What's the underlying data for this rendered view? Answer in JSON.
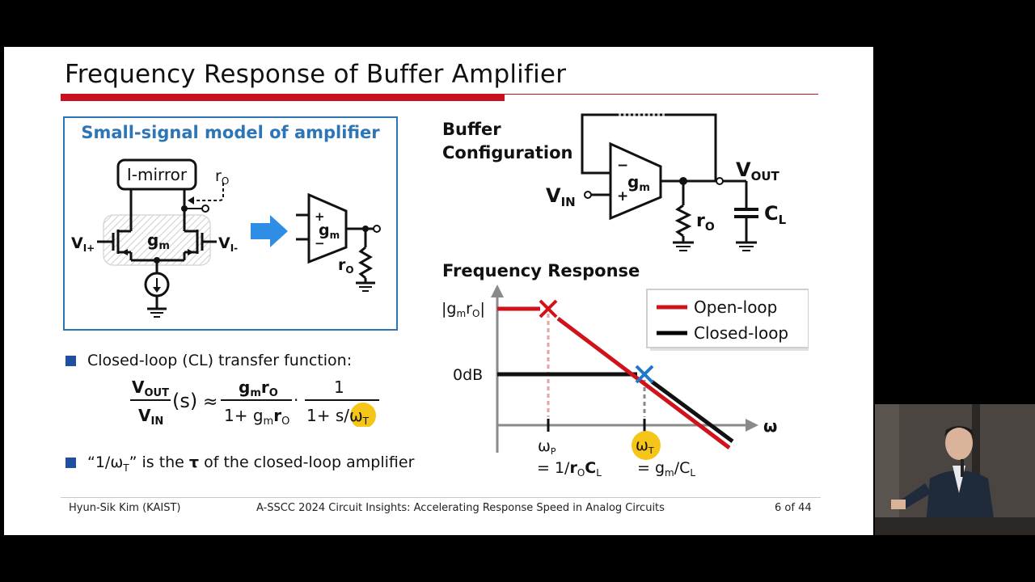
{
  "slide": {
    "title": "Frequency Response of Buffer Amplifier",
    "box_title": "Small-signal model of amplifier",
    "imirror": "I-mirror",
    "gm": "g",
    "gm_sub": "m",
    "ro": "r",
    "ro_sub": "O",
    "vi_plus": "V",
    "vi_plus_sub": "I+",
    "vi_minus": "V",
    "vi_minus_sub": "I-",
    "plus": "+",
    "minus": "−",
    "buffer_title_1": "Buffer",
    "buffer_title_2": "Configuration",
    "vin": "V",
    "vin_sub": "IN",
    "vout": "V",
    "vout_sub": "OUT",
    "cl": "C",
    "cl_sub": "L",
    "freq_title": "Frequency Response",
    "bullet1": "Closed-loop (CL) transfer function:",
    "bullet2_a": "“1/ω",
    "bullet2_sub": "T",
    "bullet2_b": "” is the ",
    "bullet2_tau": "τ",
    "bullet2_c": " of the closed-loop amplifier"
  },
  "equation": {
    "lhs_num": "V",
    "lhs_num_sub": "OUT",
    "lhs_den": "V",
    "lhs_den_sub": "IN",
    "lhs_arg": "(s)",
    "approx": "≈",
    "f1_num_a": "g",
    "f1_num_sub1": "m",
    "f1_num_b": "r",
    "f1_num_sub2": "O",
    "f1_den_a": "1+ g",
    "f1_den_sub1": "m",
    "f1_den_b": "r",
    "f1_den_sub2": "O",
    "dot": "·",
    "f2_num": "1",
    "f2_den": "1+ s/",
    "f2_den_w": "ω",
    "f2_den_w_sub": "T"
  },
  "plot": {
    "ylabel_a": "g",
    "ylabel_sub1": "m",
    "ylabel_b": "r",
    "ylabel_sub2": "O",
    "zero_db": "0dB",
    "xlabel": "ω",
    "wp": "ω",
    "wp_sub": "P",
    "wp_eq_a": "= 1/",
    "wp_eq_b": "r",
    "wp_eq_sub1": "O",
    "wp_eq_c": "C",
    "wp_eq_sub2": "L",
    "wt": "ω",
    "wt_sub": "T",
    "wt_eq_a": "= g",
    "wt_eq_sub1": "m",
    "wt_eq_b": "/C",
    "wt_eq_sub2": "L",
    "legend": [
      {
        "label": "Open-loop",
        "color": "#d0121b"
      },
      {
        "label": "Closed-loop",
        "color": "#000000"
      }
    ]
  },
  "footer": {
    "author": "Hyun-Sik Kim (KAIST)",
    "center": "A-SSCC 2024 Circuit Insights: Accelerating Response Speed in Analog Circuits",
    "page": "6 of 44"
  },
  "colors": {
    "accent_red": "#c8101e",
    "blue": "#2e75b6",
    "highlight": "#f5c518",
    "cross_blue": "#1f78c8"
  }
}
